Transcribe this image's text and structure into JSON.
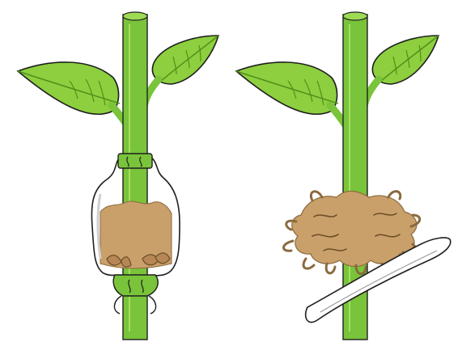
{
  "diagram": {
    "panels": [
      {
        "id": "wrapped-stem",
        "elements": [
          "stem",
          "left-leaf",
          "right-leaf",
          "plastic-wrap",
          "upper-tie",
          "lower-tie",
          "rooting-medium",
          "emerging-roots"
        ]
      },
      {
        "id": "rooted-stem-cut",
        "elements": [
          "stem",
          "left-leaf",
          "right-leaf",
          "root-ball",
          "knife"
        ]
      }
    ],
    "colors": {
      "leaf": "#8dcf3e",
      "leaf_dark": "#5aa51e",
      "stem": "#79c43a",
      "medium": "#c9a06a",
      "medium_dark": "#8a6a3e",
      "outline": "#1f1f1f",
      "wrap": "#ffffff",
      "knife": "#ffffff"
    }
  }
}
